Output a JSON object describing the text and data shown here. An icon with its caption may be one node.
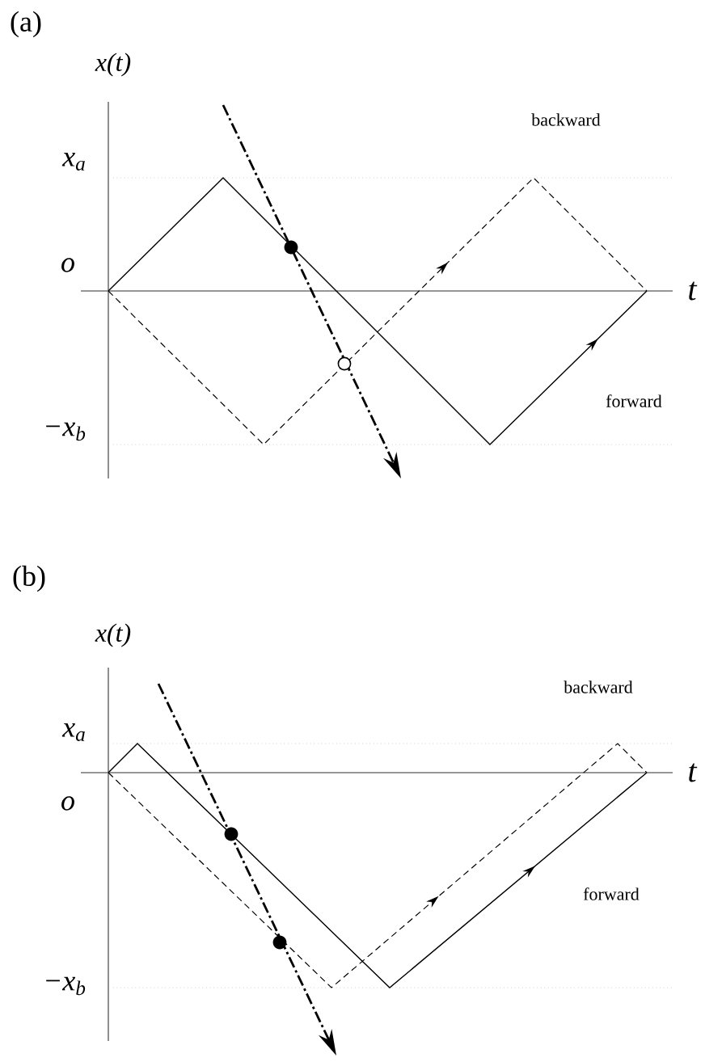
{
  "diagram": {
    "labels": [
      "(a)",
      "x(t)",
      "backward",
      "x$_{a}$",
      "o",
      "t",
      "forward",
      "−x$_{b}$",
      "(b)",
      "x(t)",
      "backward",
      "x$_{a}$",
      "t",
      "o",
      "forward",
      "−x$_{b}$"
    ]
  }
}
